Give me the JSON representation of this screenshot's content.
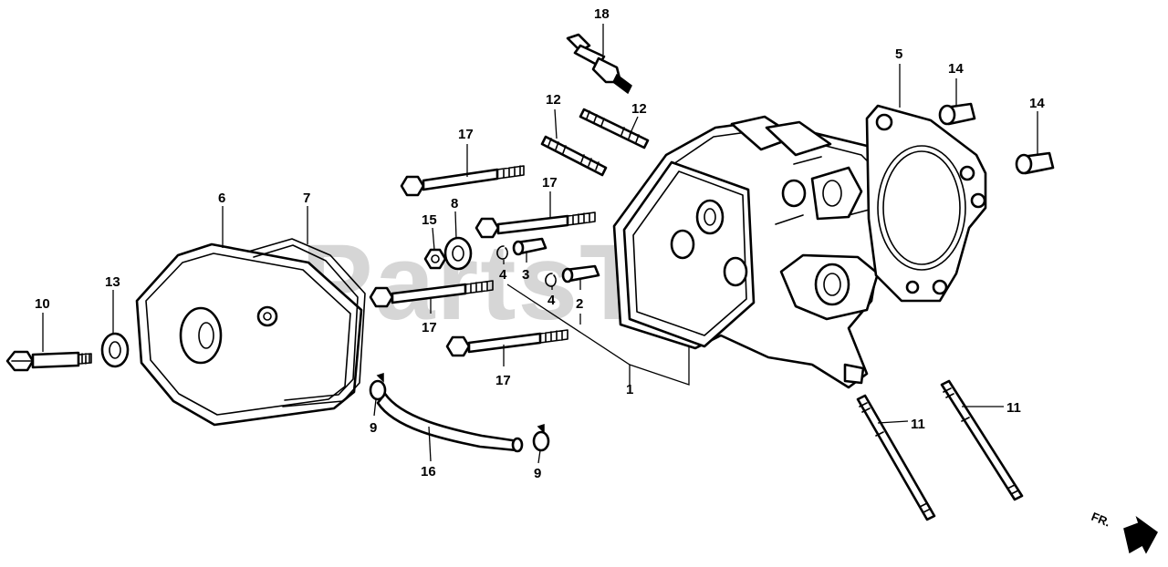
{
  "watermark": "PartsTree",
  "direction_indicator": "FR.",
  "callouts": {
    "c1": "1",
    "c2": "2",
    "c3": "3",
    "c4a": "4",
    "c4b": "4",
    "c5": "5",
    "c6": "6",
    "c7": "7",
    "c8": "8",
    "c9a": "9",
    "c9b": "9",
    "c10": "10",
    "c11a": "11",
    "c11b": "11",
    "c12a": "12",
    "c12b": "12",
    "c13": "13",
    "c14a": "14",
    "c14b": "14",
    "c15": "15",
    "c16": "16",
    "c17a": "17",
    "c17b": "17",
    "c17c": "17",
    "c17d": "17",
    "c18": "18"
  }
}
